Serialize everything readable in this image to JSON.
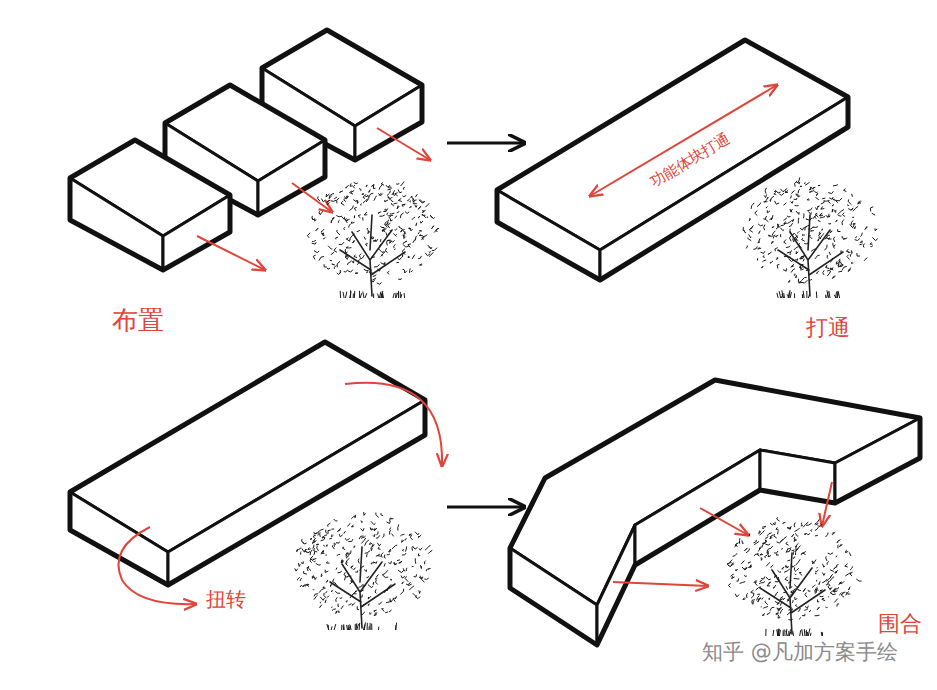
{
  "diagram": {
    "labels": [
      "布置",
      "功能体块打通",
      "打通",
      "扭转",
      "围合",
      "知乎 @凡加方案手绘"
    ]
  }
}
